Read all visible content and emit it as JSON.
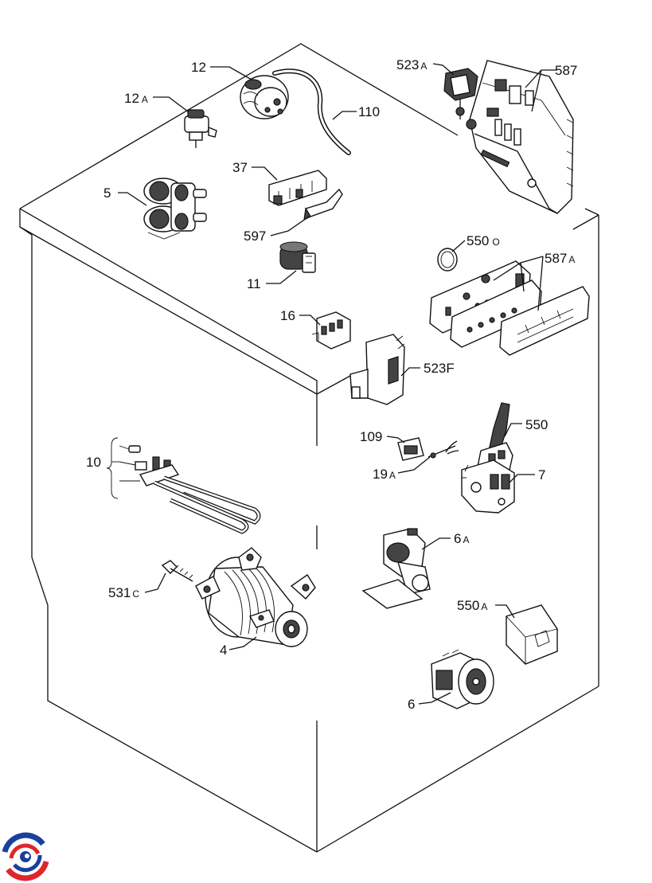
{
  "labels": [
    {
      "id": "12",
      "text": "12"
    },
    {
      "id": "12A",
      "text": "12",
      "suffix": "A"
    },
    {
      "id": "110",
      "text": "110"
    },
    {
      "id": "37",
      "text": "37"
    },
    {
      "id": "5",
      "text": "5"
    },
    {
      "id": "597",
      "text": "597"
    },
    {
      "id": "11",
      "text": "11"
    },
    {
      "id": "16",
      "text": "16"
    },
    {
      "id": "523A",
      "text": "523",
      "suffix": "A"
    },
    {
      "id": "587",
      "text": "587"
    },
    {
      "id": "550O",
      "text": "550",
      "suffix": "O"
    },
    {
      "id": "587A",
      "text": "587",
      "suffix": "A"
    },
    {
      "id": "523F",
      "text": "523F"
    },
    {
      "id": "550",
      "text": "550"
    },
    {
      "id": "109",
      "text": "109"
    },
    {
      "id": "19A",
      "text": "19",
      "suffix": "A"
    },
    {
      "id": "7",
      "text": "7"
    },
    {
      "id": "10",
      "text": "10"
    },
    {
      "id": "6A",
      "text": "6",
      "suffix": "A"
    },
    {
      "id": "531C",
      "text": "531",
      "suffix": "C"
    },
    {
      "id": "550A",
      "text": "550",
      "suffix": "A"
    },
    {
      "id": "4",
      "text": "4"
    },
    {
      "id": "6",
      "text": "6"
    }
  ],
  "logo": {
    "name": "brand-logo",
    "colors": [
      "#1a3f9c",
      "#e0252b"
    ]
  }
}
